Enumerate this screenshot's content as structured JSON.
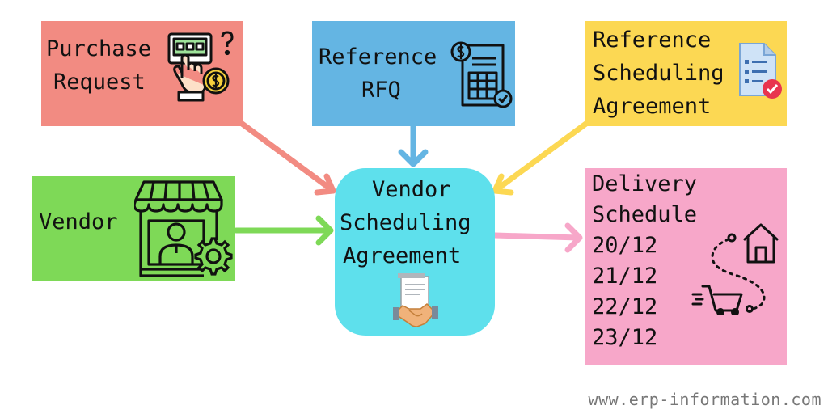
{
  "nodes": {
    "purchase_request": {
      "line1": "Purchase",
      "line2": "Request",
      "color": "#f28b82",
      "icon": "touchscreen-payment-icon"
    },
    "reference_rfq": {
      "line1": "Reference",
      "line2": "RFQ",
      "color": "#64b5e3",
      "icon": "invoice-icon"
    },
    "reference_scheduling_agreement": {
      "line1": "Reference",
      "line2": "Scheduling",
      "line3": "Agreement",
      "color": "#fcd853",
      "icon": "checklist-icon"
    },
    "vendor": {
      "label": "Vendor",
      "color": "#7ed957",
      "icon": "storefront-vendor-icon"
    },
    "vendor_scheduling_agreement": {
      "line1": "Vendor",
      "line2": "Scheduling",
      "line3": "Agreement",
      "color": "#5ee0ec",
      "icon": "handshake-contract-icon"
    },
    "delivery_schedule": {
      "line1": "Delivery",
      "line2": "Schedule",
      "dates": [
        "20/12",
        "21/12",
        "22/12",
        "23/12"
      ],
      "color": "#f7a7c9",
      "icon": "delivery-route-icon"
    }
  },
  "edges": [
    {
      "from": "purchase_request",
      "to": "vendor_scheduling_agreement",
      "color": "#f28b82"
    },
    {
      "from": "reference_rfq",
      "to": "vendor_scheduling_agreement",
      "color": "#64b5e3"
    },
    {
      "from": "reference_scheduling_agreement",
      "to": "vendor_scheduling_agreement",
      "color": "#fcd853"
    },
    {
      "from": "vendor",
      "to": "vendor_scheduling_agreement",
      "color": "#7ed957"
    },
    {
      "from": "vendor_scheduling_agreement",
      "to": "delivery_schedule",
      "color": "#f7a7c9"
    }
  ],
  "watermark": "www.erp-information.com"
}
